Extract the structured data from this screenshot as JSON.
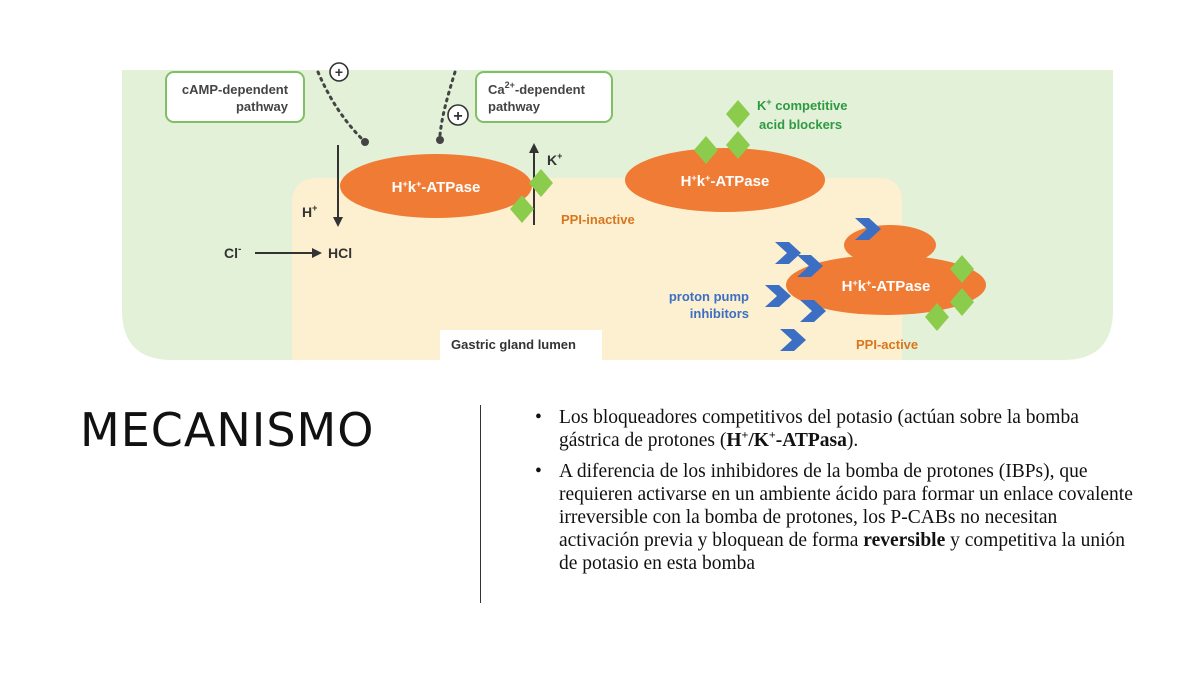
{
  "diagram": {
    "camp_box": [
      "cAMP-dependent",
      "pathway"
    ],
    "ca_box": {
      "ca": "Ca",
      "sup": "2+",
      "dependent": "-dependent",
      "line2": "pathway"
    },
    "plus": "+",
    "pump_label_prefix": "H",
    "pump_label_mid": "k",
    "pump_label_suffix": "-ATPase",
    "k_label": "K",
    "h_label": "H",
    "cl_label": "Cl",
    "hcl_label": "HCl",
    "ppi_inactive": "PPI-inactive",
    "ppi_active": "PPI-active",
    "pcab_label": {
      "line1_k": "K",
      "line1_rest": " competitive",
      "line2": "acid blockers"
    },
    "ppi_label": [
      "proton pump",
      "inhibitors"
    ],
    "lumen_label": "Gastric gland lumen",
    "colors": {
      "green_bg": "#e3f1d9",
      "lumen_bg": "#fdf0d0",
      "pump": "#f07b35",
      "diamond": "#8ccc4c",
      "chevron": "#3c6fc4",
      "pcab_text": "#2e9a43",
      "ppi_text": "#3c6fc4",
      "orange_text": "#d9761c",
      "box_border": "#7fbf66"
    }
  },
  "slide": {
    "title": "MECANISMO",
    "bullet_symbol": "•",
    "bullet1": {
      "text_before": "Los bloqueadores competitivos del potasio (actúan sobre la bomba gástrica de protones (",
      "bold_h": "H",
      "sup1": "+",
      "slash": "/K",
      "sup2": "+",
      "bold_rest": "-ATPasa",
      "text_after": ")."
    },
    "bullet2": {
      "text_before": " A diferencia de los inhibidores de la bomba de protones (IBPs), que requieren activarse en un ambiente ácido para formar un enlace covalente irreversible con la bomba de protones, los P-CABs no necesitan activación previa y bloquean de forma ",
      "bold_word": "reversible",
      "text_after": " y competitiva la unión de potasio en esta bomba"
    }
  }
}
